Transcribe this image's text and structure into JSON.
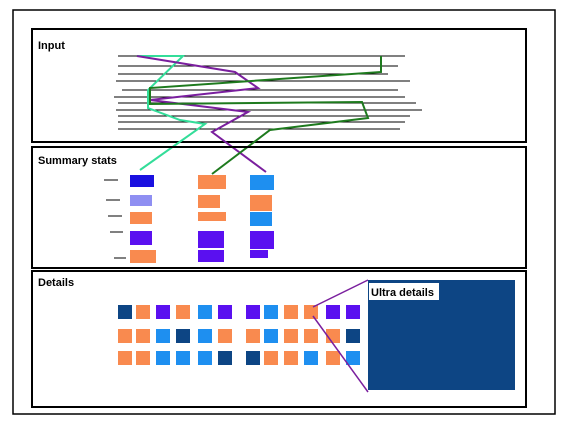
{
  "panels": {
    "input": {
      "label": "Input"
    },
    "summary": {
      "label": "Summary stats"
    },
    "details": {
      "label": "Details"
    },
    "ultra": {
      "label": "Ultra details"
    }
  },
  "colors": {
    "frame": "#000000",
    "line_gray": "#000000",
    "teal": "#33dd99",
    "purple": "#7a1f9e",
    "green": "#1e7a1e",
    "blue_dark": "#1a10e0",
    "blue_light": "#8f8ff2",
    "orange": "#f98a4f",
    "sky": "#1e8ff0",
    "violet": "#5a10f0",
    "navy": "#0d4584"
  },
  "summary_columns": [
    [
      "blue_dark",
      "blue_light",
      "orange",
      "violet",
      "orange"
    ],
    [
      "orange",
      "orange",
      "orange",
      "violet",
      "violet"
    ],
    [
      "sky",
      "orange",
      "sky",
      "violet",
      "violet"
    ]
  ],
  "detail_rows": [
    [
      "navy",
      "orange",
      "violet",
      "orange",
      "sky",
      "violet",
      "violet",
      "sky",
      "orange",
      "orange",
      "violet",
      "violet"
    ],
    [
      "orange",
      "orange",
      "sky",
      "navy",
      "sky",
      "orange",
      "orange",
      "sky",
      "orange",
      "orange",
      "orange",
      "navy"
    ],
    [
      "orange",
      "orange",
      "sky",
      "sky",
      "sky",
      "navy",
      "navy",
      "orange",
      "orange",
      "sky",
      "orange",
      "sky"
    ]
  ]
}
